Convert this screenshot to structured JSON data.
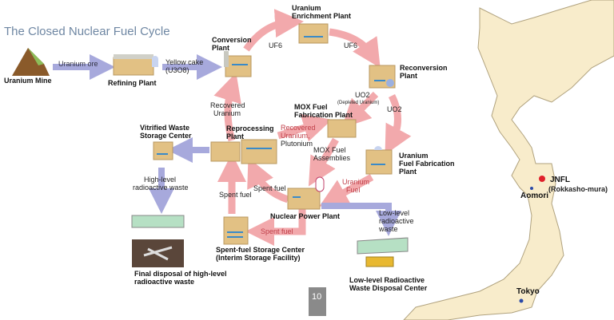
{
  "title": "The Closed Nuclear Fuel Cycle",
  "facilities": {
    "mine": "Uranium Mine",
    "refining": "Refining Plant",
    "conversion": [
      "Conversion",
      "Plant"
    ],
    "enrichment": [
      "Uranium",
      "Enrichment Plant"
    ],
    "reconversion": [
      "Reconversion",
      "Plant"
    ],
    "mox": [
      "MOX Fuel",
      "Fabrication Plant"
    ],
    "uranium_fuel": [
      "Uranium",
      "Fuel Fabrication",
      "Plant"
    ],
    "npp": "Nuclear Power Plant",
    "reprocessing": [
      "Reprocessing",
      "Plant"
    ],
    "vitrified": [
      "Vitrified Waste",
      "Storage Center"
    ],
    "final_disposal": [
      "Final disposal of high-level",
      "radioactive waste"
    ],
    "spent_storage": [
      "Spent-fuel Storage Center",
      "(Interim Storage Facility)"
    ],
    "low_level_disposal": [
      "Low-level Radioactive",
      "Waste Disposal Center"
    ]
  },
  "flows": {
    "uranium_ore": "Uranium ore",
    "yellow_cake": [
      "Yellow cake",
      "(U3O8)"
    ],
    "uf6_a": "UF6",
    "uf6_b": "UF6",
    "uo2_depleted": [
      "UO2",
      "(Depleted Uranium)"
    ],
    "uo2": "UO2",
    "recovered_uranium": [
      "Recovered",
      "Uranium"
    ],
    "recovered_u_pu": [
      "Recovered",
      "Uranium,",
      "Plutonium"
    ],
    "mox_assemblies": [
      "MOX Fuel",
      "Assemblies"
    ],
    "uranium_fuel": [
      "Uranium",
      "Fuel"
    ],
    "spent_fuel_a": "Spent fuel",
    "spent_fuel_b": "Spent fuel",
    "spent_fuel_c": "Spent fuel",
    "high_level": [
      "High-level",
      "radioactive waste"
    ],
    "low_level": [
      "Low-level",
      "radioactive",
      "waste"
    ]
  },
  "map": {
    "jnfl": "JNFL",
    "jnfl_sub": "(Rokkasho-mura)",
    "aomori": "Aomori",
    "tokyo": "Tokyo"
  },
  "page_number": "10",
  "colors": {
    "cycle_arrow": "#f2a9ac",
    "waste_arrow": "#a7a9dc",
    "building": "#e2c184",
    "title": "#6f87a3",
    "map_land": "#f8eccb",
    "jnfl_dot": "#e0202a",
    "tokyo_dot": "#2a4aa8"
  }
}
